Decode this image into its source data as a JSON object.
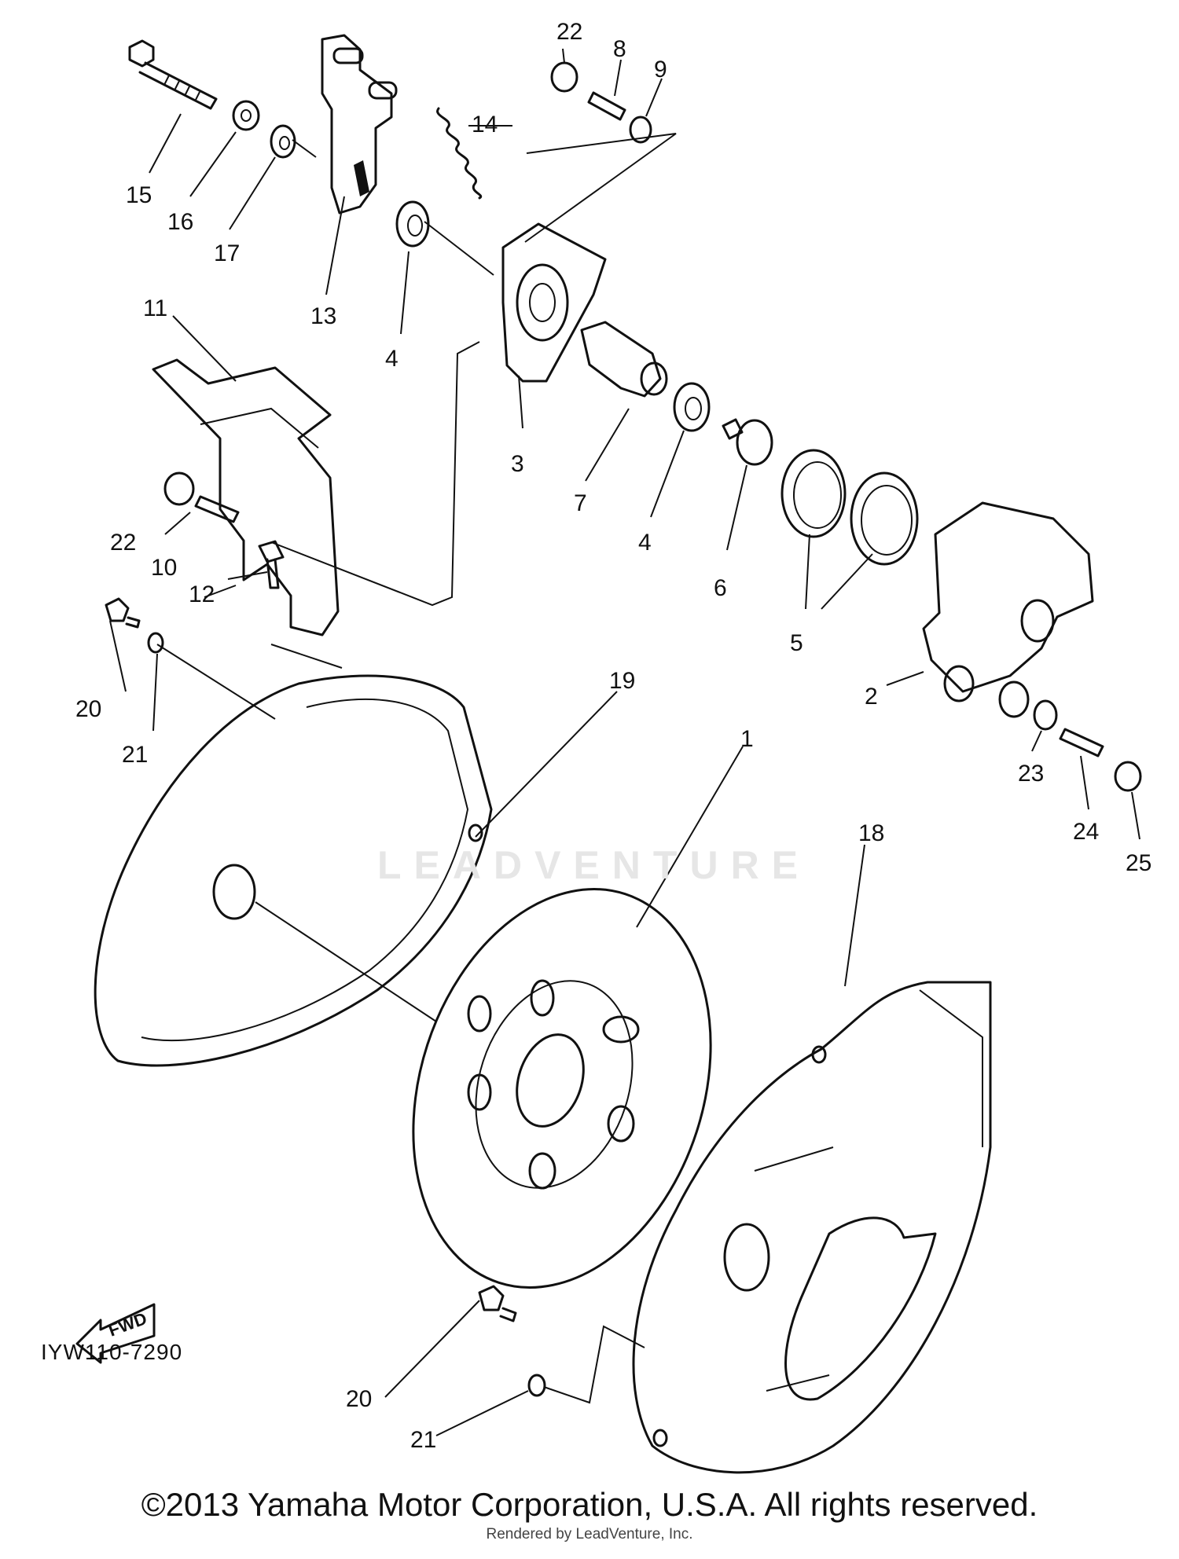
{
  "diagram": {
    "part_numbers": [
      "1",
      "2",
      "3",
      "4",
      "4",
      "5",
      "6",
      "7",
      "8",
      "9",
      "10",
      "11",
      "12",
      "13",
      "14",
      "15",
      "16",
      "17",
      "18",
      "19",
      "20",
      "20",
      "21",
      "21",
      "22",
      "22",
      "23",
      "24",
      "25"
    ],
    "diagram_code": "IYW110-7290",
    "fwd_label": "FWD",
    "copyright": "©2013 Yamaha Motor Corporation, U.S.A. All rights reserved.",
    "rendered_by": "Rendered by LeadVenture, Inc.",
    "watermark": "LEADVENTURE"
  }
}
